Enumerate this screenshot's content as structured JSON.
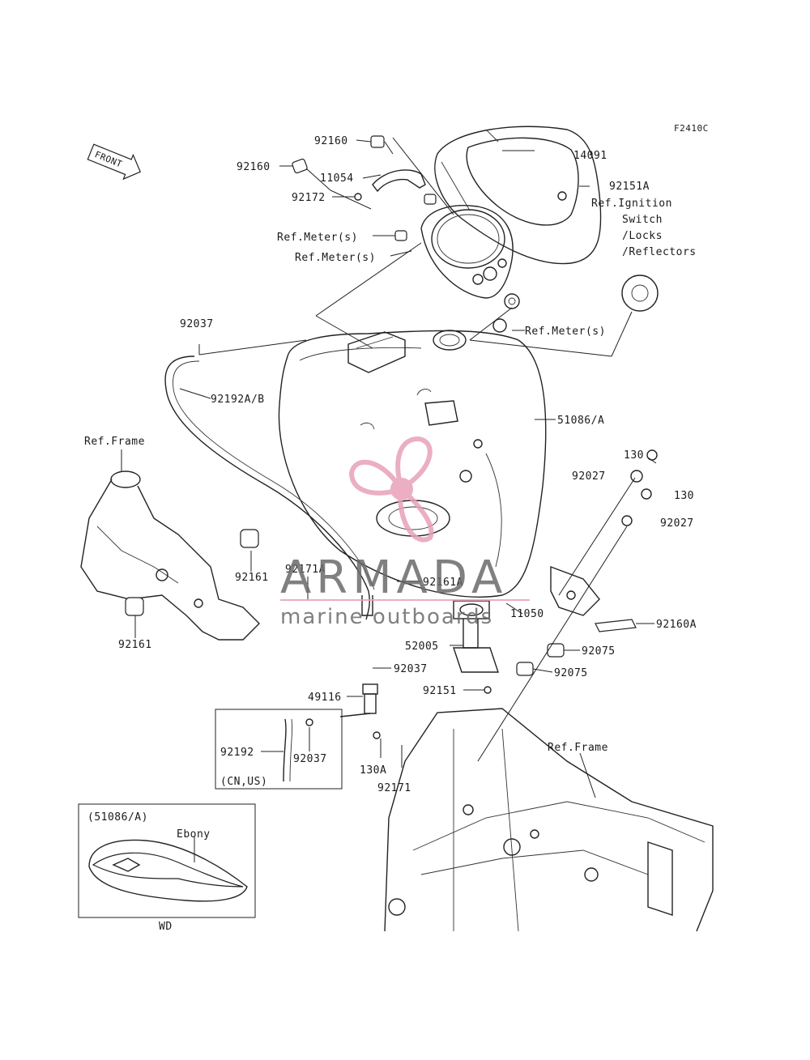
{
  "diagram": {
    "figure_code": "F2410C",
    "front_label": "FRONT",
    "labels": {
      "p92160_top": "92160",
      "p92160_left": "92160",
      "p14091": "14091",
      "p11054": "11054",
      "p92151a": "92151A",
      "ref_ignition_1": "Ref.Ignition",
      "ref_ignition_2": "Switch",
      "ref_ignition_3": "/Locks",
      "ref_ignition_4": "/Reflectors",
      "p92172": "92172",
      "ref_meter_1": "Ref.Meter(s)",
      "ref_meter_2": "Ref.Meter(s)",
      "ref_meter_3": "Ref.Meter(s)",
      "p92037_top": "92037",
      "p92192ab": "92192A/B",
      "p51086a": "51086/A",
      "ref_frame_left": "Ref.Frame",
      "p130_a": "130",
      "p92027_a": "92027",
      "p130_b": "130",
      "p92027_b": "92027",
      "p92161_right": "92161",
      "p92161_bottom": "92161",
      "p92171a": "92171A",
      "p92161a": "92161A",
      "p11050": "11050",
      "p92160a": "92160A",
      "p52005": "52005",
      "p92075_a": "92075",
      "p92075_b": "92075",
      "p92037_mid": "92037",
      "p92151": "92151",
      "p49116": "49116",
      "p92192": "92192",
      "p92037_low": "92037",
      "cn_us": "(CN,US)",
      "p130a": "130A",
      "p92171": "92171",
      "ref_frame_right": "Ref.Frame",
      "inset_code": "(51086/A)",
      "inset_ebony": "Ebony",
      "inset_wd": "WD"
    }
  },
  "watermark": {
    "brand": "ARMADA",
    "tagline": "marine outboards",
    "color_pink": "#e8a0b8",
    "color_gray": "#6a6a6a"
  }
}
